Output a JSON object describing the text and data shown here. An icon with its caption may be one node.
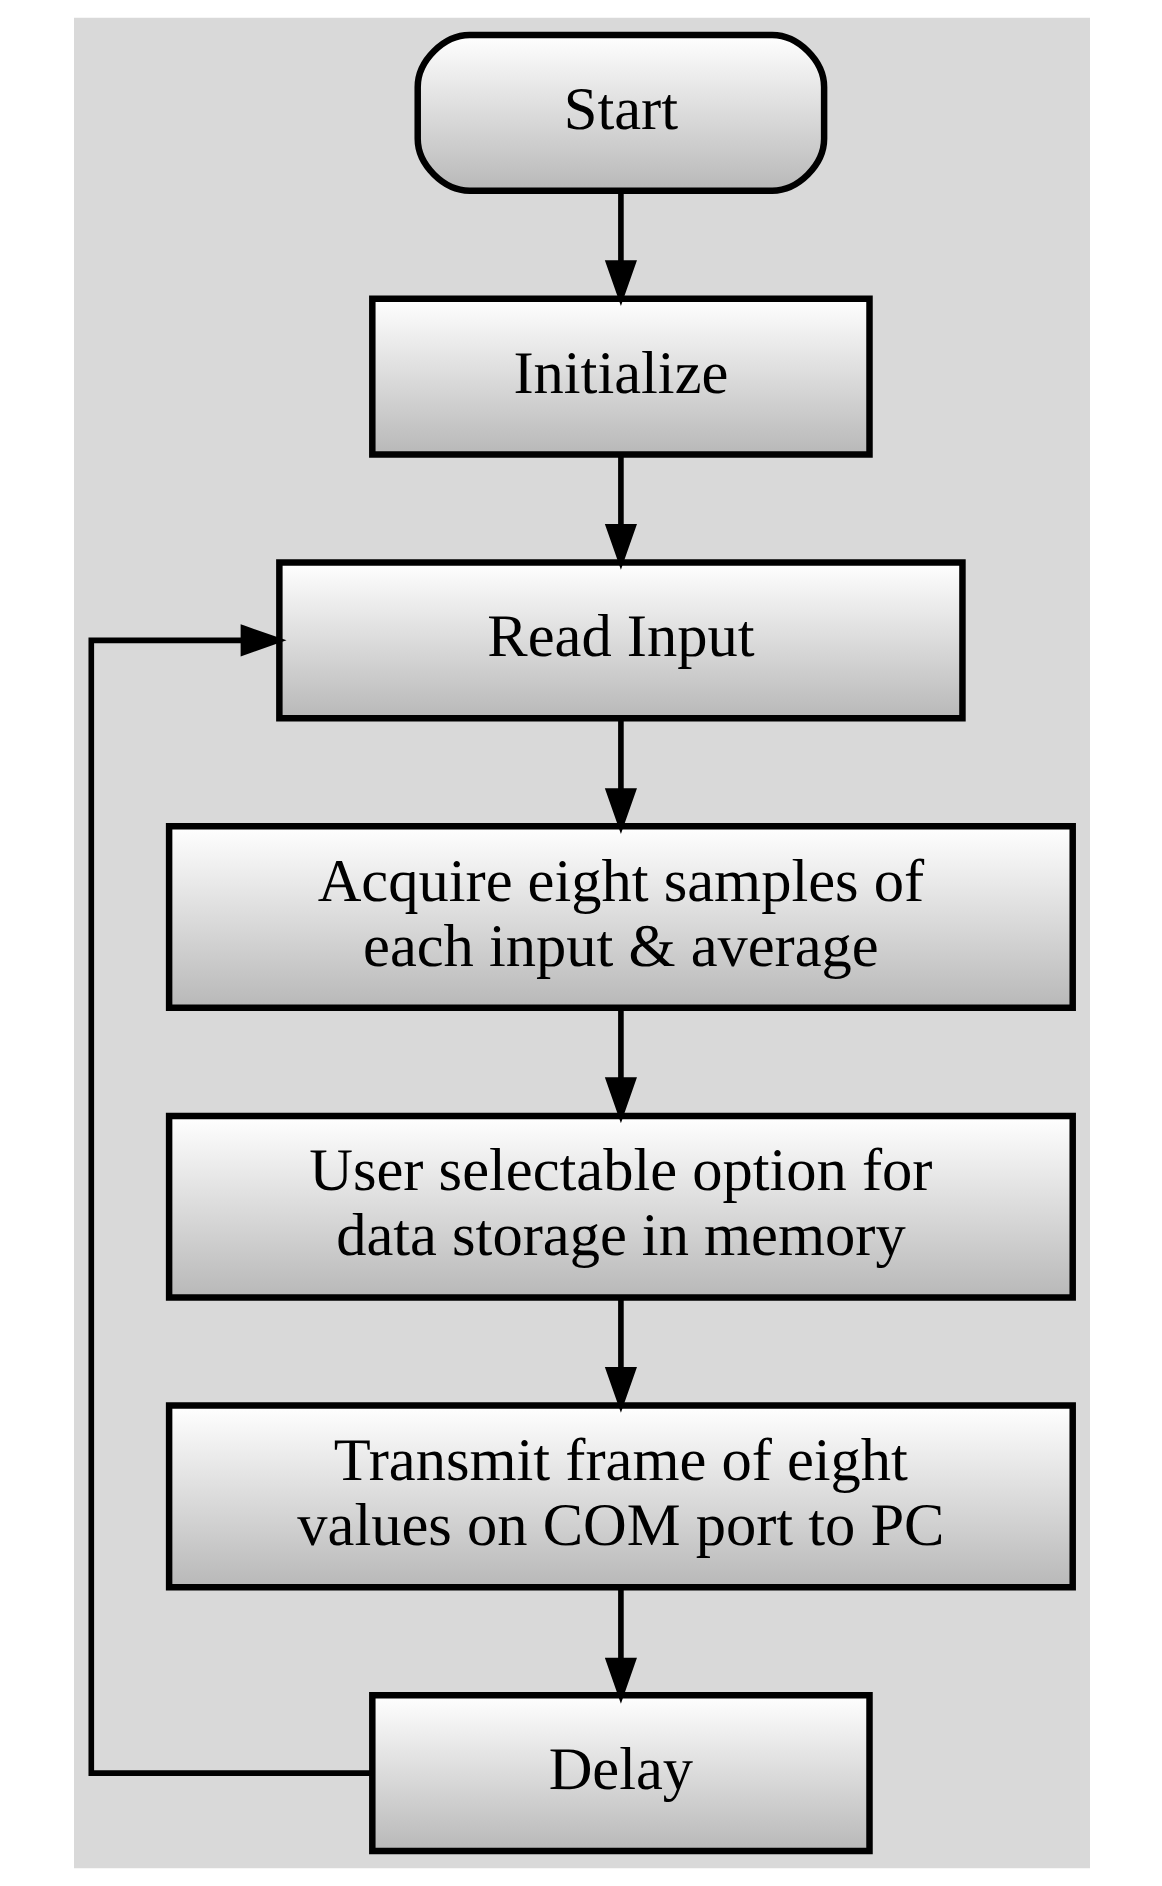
{
  "diagram": {
    "nodes": [
      {
        "text": [
          "Start"
        ]
      },
      {
        "text": [
          "Initialize"
        ]
      },
      {
        "text": [
          "Read Input"
        ]
      },
      {
        "text": [
          "Acquire eight samples of each input & average"
        ]
      },
      {
        "text": [
          "User selectable option for data storage in memory"
        ]
      },
      {
        "text": [
          "Transmit frame of eight values on COM port to PC"
        ]
      },
      {
        "text": [
          "Delay"
        ]
      }
    ],
    "edges": [
      {
        "from": 0,
        "to": 1,
        "arrow": "to"
      },
      {
        "from": 1,
        "to": 2,
        "arrow": "to"
      },
      {
        "from": 2,
        "to": 3,
        "arrow": "to"
      },
      {
        "from": 3,
        "to": 4,
        "arrow": "to"
      },
      {
        "from": 4,
        "to": 5,
        "arrow": "to"
      },
      {
        "from": 5,
        "to": 6,
        "arrow": "to"
      },
      {
        "from": 6,
        "to": 2,
        "arrow": "to"
      }
    ]
  }
}
